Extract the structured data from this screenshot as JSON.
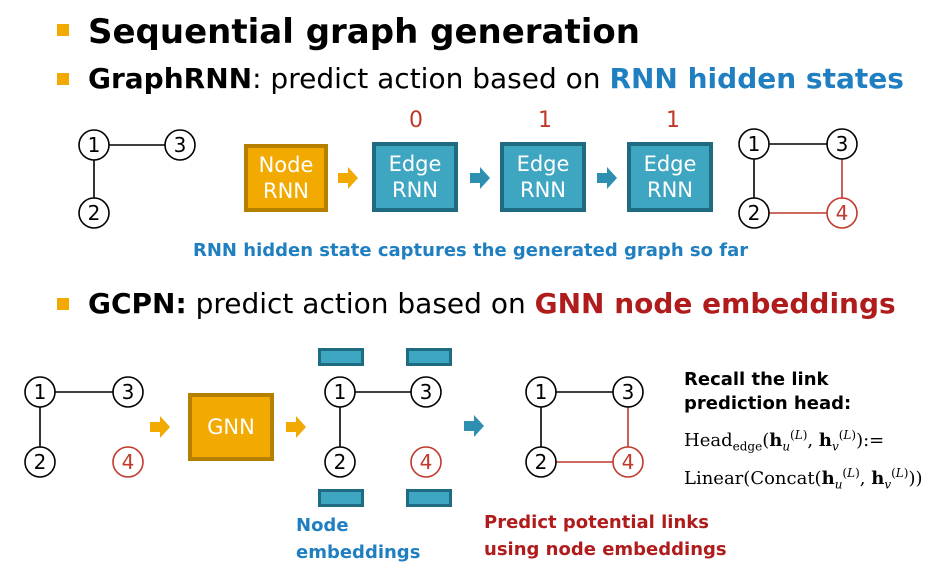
{
  "heading1": "Sequential graph generation",
  "heading2": {
    "bold": "GraphRNN",
    "text": ": predict action based on ",
    "highlight": "RNN hidden states"
  },
  "heading3": {
    "bold": "GCPN:",
    "text": " predict action based on ",
    "highlight": "GNN node embeddings"
  },
  "graphrnn": {
    "node_rnn": [
      "Node",
      "RNN"
    ],
    "edge_rnn": [
      "Edge",
      "RNN"
    ],
    "outputs": [
      "0",
      "1",
      "1"
    ],
    "caption": "RNN hidden state captures the generated graph so far"
  },
  "gcpn": {
    "gnn_label": "GNN",
    "embeddings_caption": [
      "Node",
      "embeddings"
    ],
    "predict_caption": [
      "Predict potential links",
      "using node embeddings"
    ],
    "recall": [
      "Recall the link",
      "prediction head:"
    ],
    "formula_line1": "Head_edge(h_u^(L), h_v^(L)) :=",
    "formula_line2": "Linear(Concat(h_u^(L), h_v^(L)))"
  },
  "node_labels": [
    "1",
    "2",
    "3",
    "4"
  ],
  "colors": {
    "accent": "#f2a900",
    "blue": "#1f7fc1",
    "red": "#b01c1c",
    "teal": "#3fa6c2"
  }
}
